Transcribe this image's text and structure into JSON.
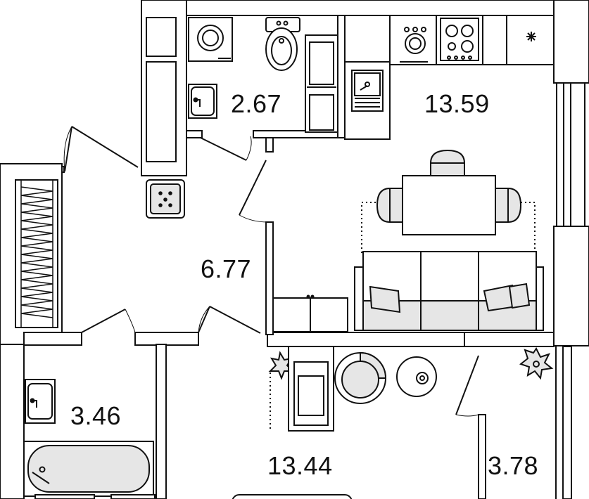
{
  "rooms": [
    {
      "id": "bathroom-upper",
      "area": "2.67"
    },
    {
      "id": "kitchen-living",
      "area": "13.59"
    },
    {
      "id": "hallway",
      "area": "6.77"
    },
    {
      "id": "bathroom-lower",
      "area": "3.46"
    },
    {
      "id": "bedroom",
      "area": "13.44"
    },
    {
      "id": "balcony",
      "area": "3.78"
    }
  ],
  "colors": {
    "wall": "#ffffff",
    "line": "#111111",
    "furniture_fill": "#e6e6e6"
  }
}
